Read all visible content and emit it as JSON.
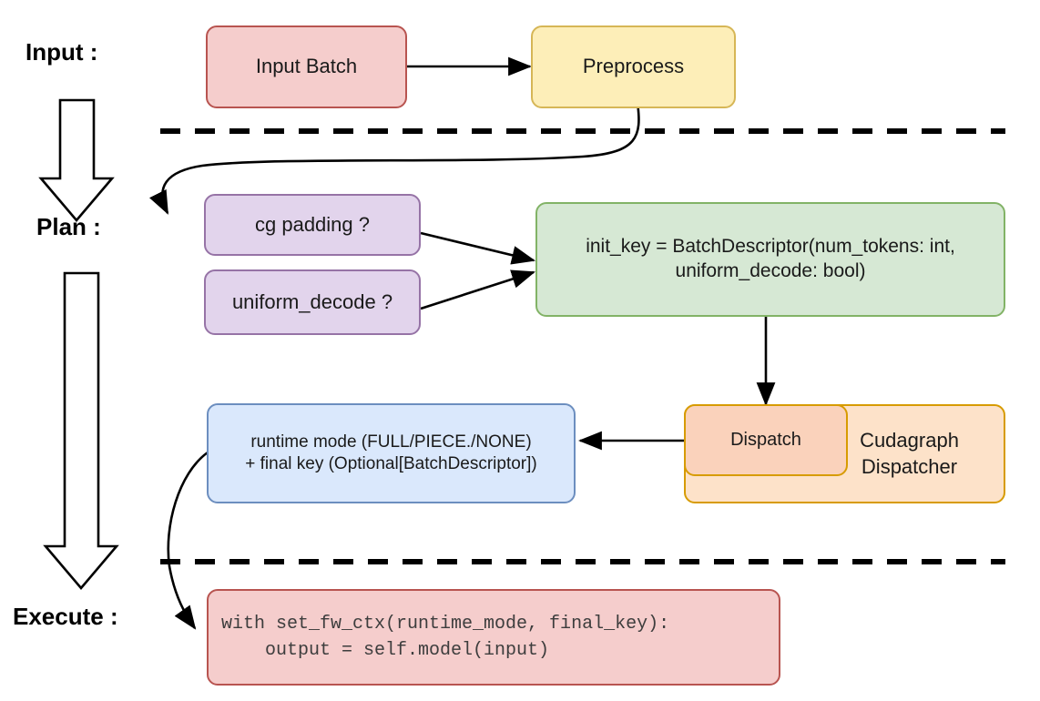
{
  "diagram": {
    "title_lanes": [
      {
        "id": "input",
        "label": "Input :"
      },
      {
        "id": "plan",
        "label": "Plan :"
      },
      {
        "id": "execute",
        "label": "Execute :"
      }
    ],
    "nodes": [
      {
        "id": "input-batch",
        "label": "Input Batch",
        "color": "#f5cdcc",
        "border": "#b85450"
      },
      {
        "id": "preprocess",
        "label": "Preprocess",
        "color": "#fdeeb8",
        "border": "#d6b656"
      },
      {
        "id": "cg-padding",
        "label": "cg padding ?",
        "color": "#e2d4ec",
        "border": "#9673a6"
      },
      {
        "id": "uniform-decode",
        "label": "uniform_decode ?",
        "color": "#e2d4ec",
        "border": "#9673a6"
      },
      {
        "id": "init-key-line1",
        "label": "init_key = BatchDescriptor(num_tokens: int,",
        "color": "#d6e8d4",
        "border": "#82b366"
      },
      {
        "id": "init-key-line2",
        "label": "uniform_decode: bool)",
        "color": "#d6e8d4",
        "border": "#82b366"
      },
      {
        "id": "dispatch",
        "label": "Dispatch",
        "color": "#fad2bb",
        "border": "#d79b00"
      },
      {
        "id": "cudagraph-dispatcher-line1",
        "label": "Cudagraph",
        "color": "#fde2c9",
        "border": "#d79b00"
      },
      {
        "id": "cudagraph-dispatcher-line2",
        "label": "Dispatcher",
        "color": "#fde2c9",
        "border": "#d79b00"
      },
      {
        "id": "runtime-mode-line1",
        "label": "runtime mode (FULL/PIECE./NONE)",
        "color": "#dae8fc",
        "border": "#6c8ebf"
      },
      {
        "id": "runtime-mode-line2",
        "label": "+ final key (Optional[BatchDescriptor])",
        "color": "#dae8fc",
        "border": "#6c8ebf"
      },
      {
        "id": "exec-code-line1",
        "label": "with set_fw_ctx(runtime_mode, final_key):",
        "color": "#f5cdcc",
        "border": "#b85450"
      },
      {
        "id": "exec-code-line2",
        "label": "    output = self.model(input)",
        "color": "#f5cdcc",
        "border": "#b85450"
      }
    ],
    "edges": [
      {
        "id": "input-batch-to-preprocess",
        "from": "input-batch",
        "to": "preprocess"
      },
      {
        "id": "preprocess-to-cg-padding",
        "from": "preprocess",
        "to": "cg-padding"
      },
      {
        "id": "cg-padding-to-init-key",
        "from": "cg-padding",
        "to": "init-key"
      },
      {
        "id": "uniform-decode-to-init-key",
        "from": "uniform-decode",
        "to": "init-key"
      },
      {
        "id": "init-key-to-dispatch",
        "from": "init-key",
        "to": "dispatch"
      },
      {
        "id": "dispatch-to-runtime-mode",
        "from": "dispatch",
        "to": "runtime-mode"
      },
      {
        "id": "runtime-mode-to-exec-code",
        "from": "runtime-mode",
        "to": "exec-code"
      }
    ],
    "separators": [
      {
        "id": "input-plan-divider"
      },
      {
        "id": "plan-execute-divider"
      }
    ],
    "flow_arrows": [
      {
        "id": "input-to-plan-block-arrow"
      },
      {
        "id": "plan-to-execute-block-arrow"
      }
    ],
    "colors": {
      "stroke": "#000000",
      "text": "#1a1a1a",
      "code_text": "#3d3d3d",
      "background": "#ffffff"
    }
  }
}
